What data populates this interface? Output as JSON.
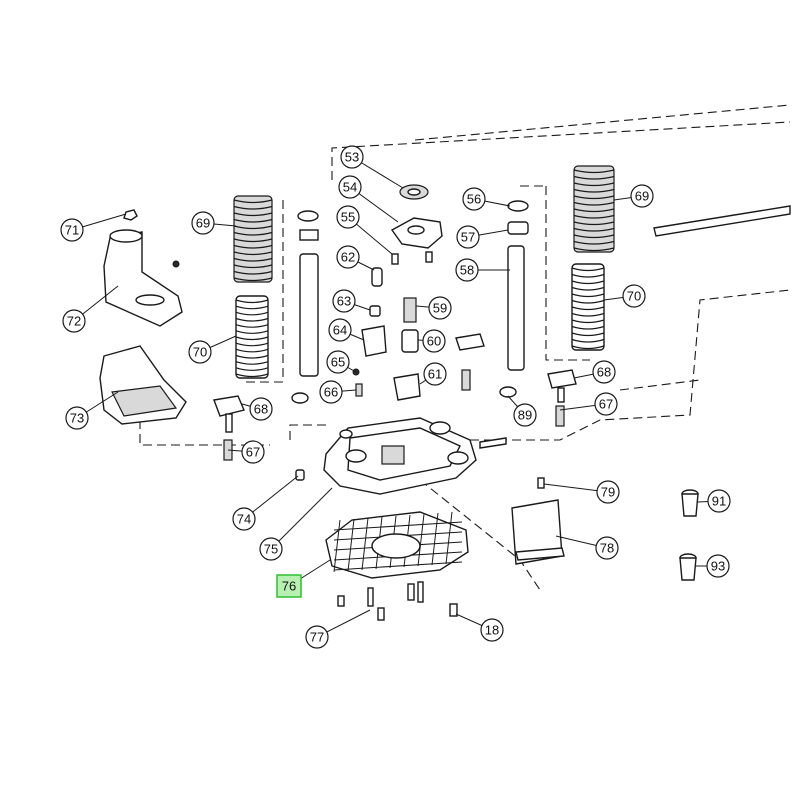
{
  "diagram": {
    "highlight_color": "#2fbf2f",
    "highlight_fill": "#b7f0b0",
    "callouts": [
      {
        "label": "53",
        "highlighted": false
      },
      {
        "label": "54",
        "highlighted": false
      },
      {
        "label": "55",
        "highlighted": false
      },
      {
        "label": "56",
        "highlighted": false
      },
      {
        "label": "57",
        "highlighted": false
      },
      {
        "label": "58",
        "highlighted": false
      },
      {
        "label": "59",
        "highlighted": false
      },
      {
        "label": "60",
        "highlighted": false
      },
      {
        "label": "61",
        "highlighted": false
      },
      {
        "label": "62",
        "highlighted": false
      },
      {
        "label": "63",
        "highlighted": false
      },
      {
        "label": "64",
        "highlighted": false
      },
      {
        "label": "65",
        "highlighted": false
      },
      {
        "label": "66",
        "highlighted": false
      },
      {
        "label": "67",
        "highlighted": false
      },
      {
        "label": "67",
        "highlighted": false
      },
      {
        "label": "68",
        "highlighted": false
      },
      {
        "label": "68",
        "highlighted": false
      },
      {
        "label": "69",
        "highlighted": false
      },
      {
        "label": "69",
        "highlighted": false
      },
      {
        "label": "70",
        "highlighted": false
      },
      {
        "label": "70",
        "highlighted": false
      },
      {
        "label": "71",
        "highlighted": false
      },
      {
        "label": "72",
        "highlighted": false
      },
      {
        "label": "73",
        "highlighted": false
      },
      {
        "label": "74",
        "highlighted": false
      },
      {
        "label": "75",
        "highlighted": false
      },
      {
        "label": "76",
        "highlighted": true
      },
      {
        "label": "77",
        "highlighted": false
      },
      {
        "label": "78",
        "highlighted": false
      },
      {
        "label": "79",
        "highlighted": false
      },
      {
        "label": "89",
        "highlighted": false
      },
      {
        "label": "91",
        "highlighted": false
      },
      {
        "label": "93",
        "highlighted": false
      },
      {
        "label": "18",
        "highlighted": false
      }
    ]
  }
}
